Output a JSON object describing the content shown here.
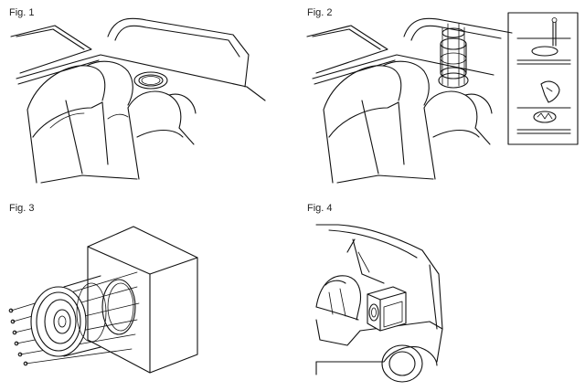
{
  "figures": [
    {
      "id": "fig1",
      "label": "Fig. 1"
    },
    {
      "id": "fig2",
      "label": "Fig. 2"
    },
    {
      "id": "fig3",
      "label": "Fig. 3"
    },
    {
      "id": "fig4",
      "label": "Fig. 4"
    }
  ],
  "colors": {
    "line": "#111111",
    "background": "#ffffff"
  }
}
